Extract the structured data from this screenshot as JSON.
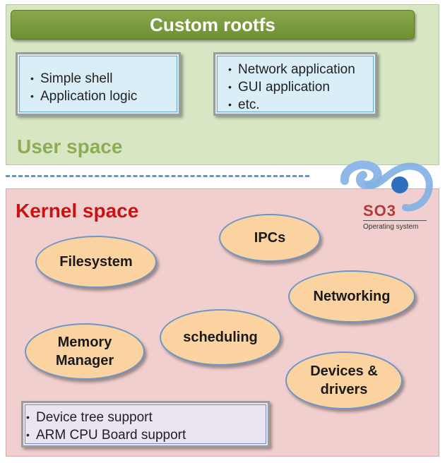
{
  "user_space": {
    "banner": "Custom rootfs",
    "label": "User space",
    "box_left": {
      "items": [
        "Simple shell",
        "Application logic"
      ]
    },
    "box_right": {
      "items": [
        "Network application",
        "GUI application",
        "etc."
      ]
    }
  },
  "kernel_space": {
    "label": "Kernel space",
    "components": {
      "filesystem": "Filesystem",
      "ipcs": "IPCs",
      "networking": "Networking",
      "scheduling": "scheduling",
      "memory_line1": "Memory",
      "memory_line2": "Manager",
      "devices_line1": "Devices &",
      "devices_line2": "drivers"
    },
    "support_box": {
      "items": [
        "Device tree support",
        "ARM CPU Board support"
      ]
    }
  },
  "logo": {
    "name": "SO3",
    "subtitle": "Operating system",
    "colors": {
      "blue": "#2f6fbf",
      "light_blue": "#8fb8e8",
      "red": "#b23a3a"
    }
  }
}
